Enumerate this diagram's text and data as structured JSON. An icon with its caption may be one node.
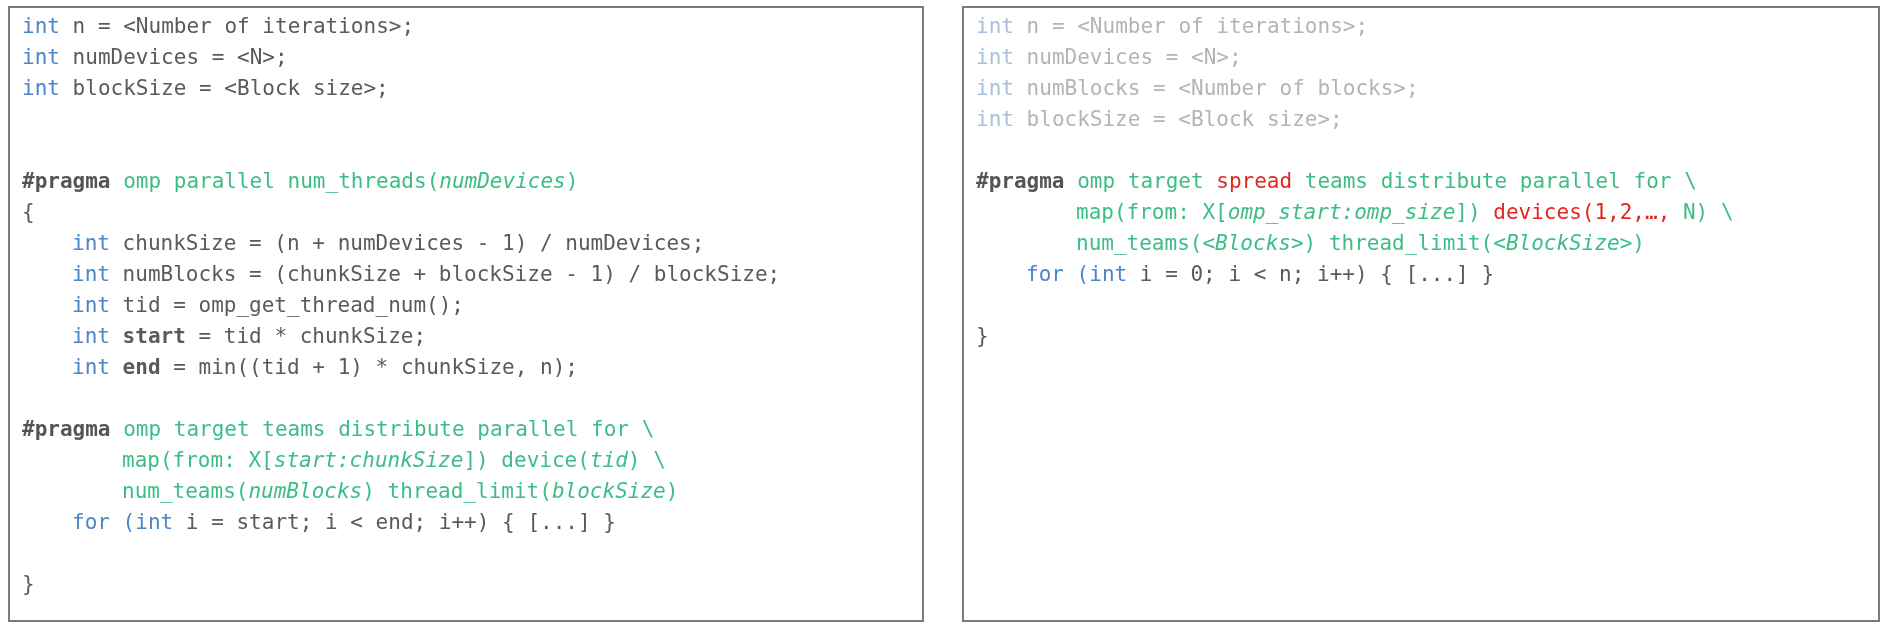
{
  "diagram": {
    "nodes": [
      {
        "text": [
          "int n = <Number of iterations>;",
          "int numDevices = <N>;",
          "int blockSize = <Block size>;",
          "#pragma omp parallel num_threads(*numDevices*)",
          "{",
          "int chunkSize = (n + numDevices - 1) / numDevices;",
          "int numBlocks = (chunkSize + blockSize - 1) / blockSize;",
          "int tid = omp_get_thread_num();",
          "int start = tid * chunkSize;",
          "int end = min((tid + 1) * chunkSize, n);",
          "#pragma omp target teams distribute parallel for \\",
          "map(from: X[*start:chunkSize*]) device(*tid*) \\",
          "num_teams(*numBlocks*) thread_limit(*blockSize*)",
          "for (int i = start; i < end; i++) { [...] }",
          "}"
        ]
      },
      {
        "text": [
          "int n = <Number of iterations>;",
          "int numDevices = <N>;",
          "int numBlocks = <Number of blocks>;",
          "int blockSize = <Block size>;",
          "#pragma omp target spread teams distribute parallel for \\",
          "map(from: X[*omp_start:omp_size*]) devices(1,2,…, N) \\",
          "num_teams(<*Blocks*>) thread_limit(<*BlockSize*>)",
          "for (int i = 0; i < n; i++) { [...] }",
          "}"
        ]
      }
    ]
  }
}
